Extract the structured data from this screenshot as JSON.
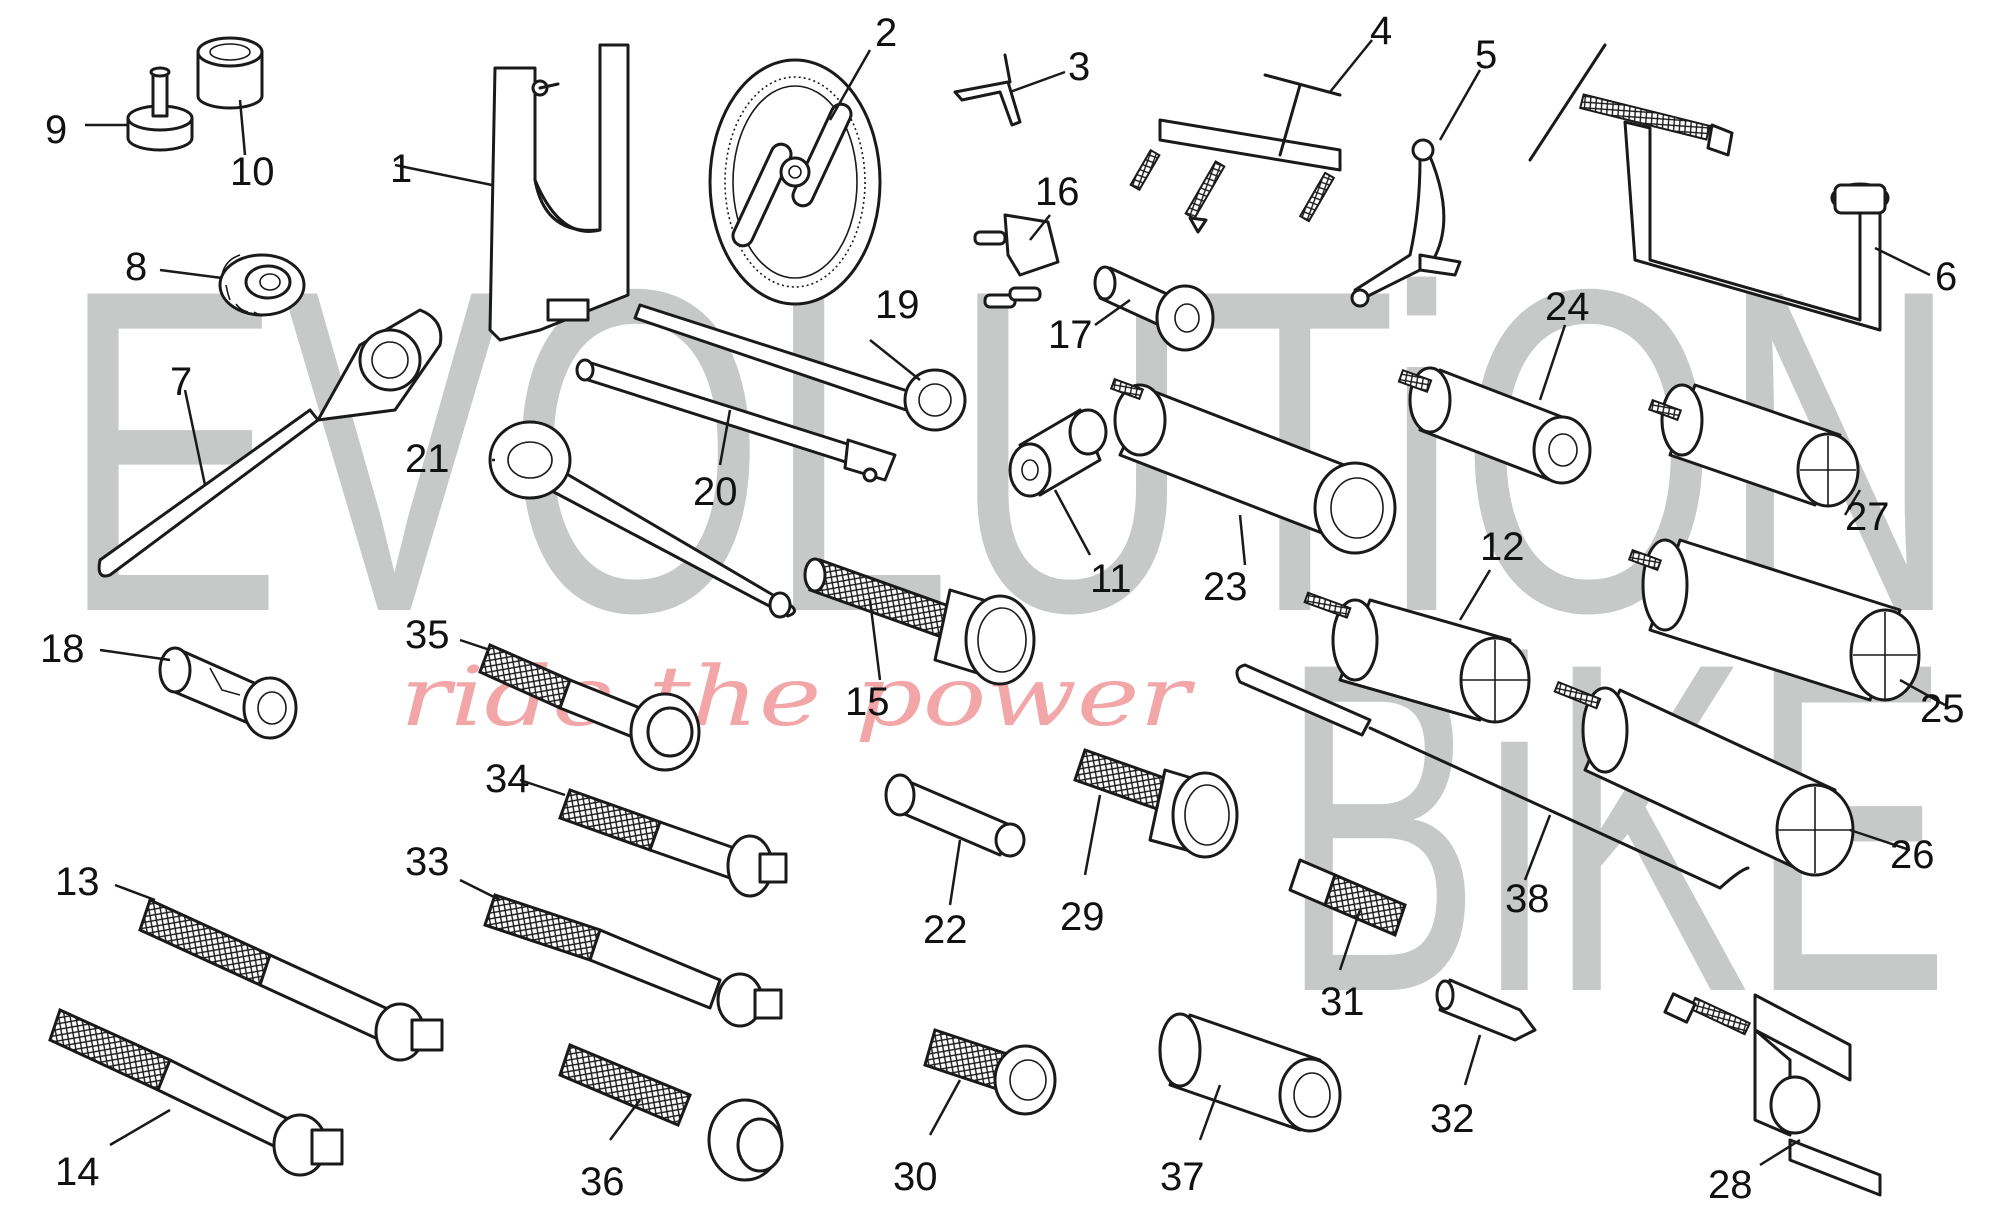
{
  "watermark": {
    "line1": "EVOLUTiON",
    "line2": "BiKE",
    "tagline": "ride the power"
  },
  "labels": [
    "1",
    "2",
    "3",
    "4",
    "5",
    "6",
    "7",
    "8",
    "9",
    "10",
    "11",
    "12",
    "13",
    "14",
    "15",
    "16",
    "17",
    "18",
    "19",
    "20",
    "21",
    "22",
    "23",
    "24",
    "25",
    "26",
    "27",
    "28",
    "29",
    "30",
    "31",
    "32",
    "33",
    "34",
    "35",
    "36",
    "37",
    "38"
  ]
}
